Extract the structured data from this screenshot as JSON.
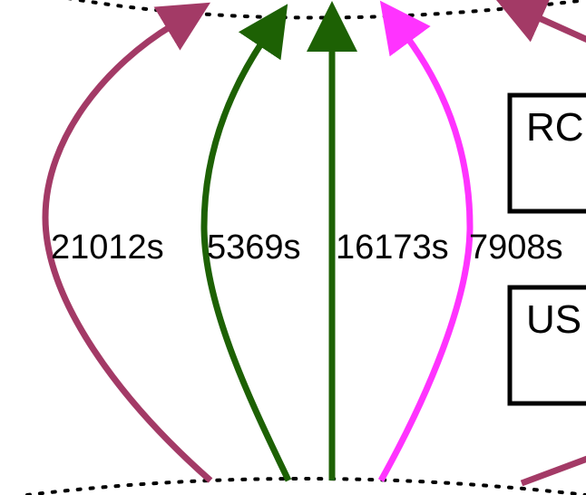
{
  "colors": {
    "maroon": "#a33a66",
    "green": "#1d6104",
    "magenta": "#ff33ff",
    "black": "#000000"
  },
  "edges": [
    {
      "label": "21012s",
      "color": "maroon"
    },
    {
      "label": "5369s",
      "color": "green"
    },
    {
      "label": "16173s",
      "color": "green"
    },
    {
      "label": "7908s",
      "color": "magenta"
    },
    {
      "label": "",
      "color": "maroon"
    },
    {
      "label": "",
      "color": "maroon"
    }
  ],
  "nodes": [
    {
      "label": "RC"
    },
    {
      "label": "US"
    }
  ]
}
